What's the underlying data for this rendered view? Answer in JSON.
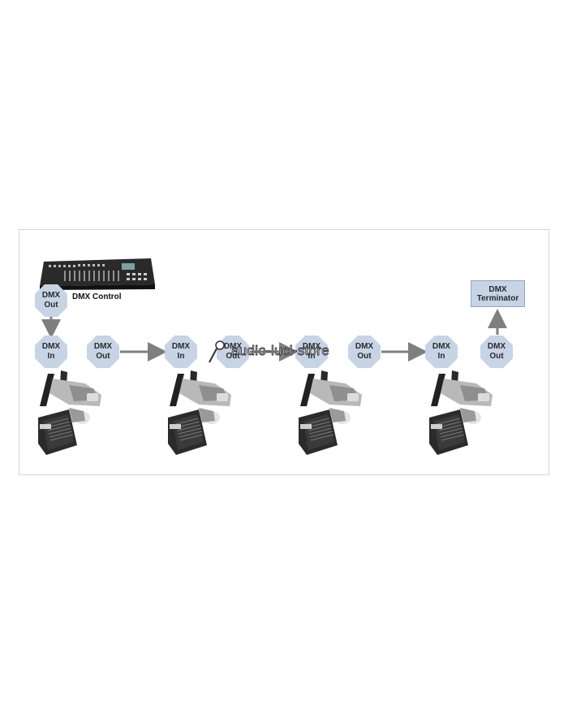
{
  "diagram": {
    "controller_label": "DMX Control",
    "controller_port": {
      "line1": "DMX",
      "line2": "Out"
    },
    "terminator": {
      "line1": "DMX",
      "line2": "Terminator"
    },
    "fixtures": [
      {
        "in_line1": "DMX",
        "in_line2": "In",
        "out_line1": "DMX",
        "out_line2": "Out"
      },
      {
        "in_line1": "DMX",
        "in_line2": "In",
        "out_line1": "DMX",
        "out_line2": "Out"
      },
      {
        "in_line1": "DMX",
        "in_line2": "In",
        "out_line1": "DMX",
        "out_line2": "Out"
      },
      {
        "in_line1": "DMX",
        "in_line2": "In",
        "out_line1": "DMX",
        "out_line2": "Out"
      }
    ],
    "watermark": "audio-luci-store",
    "colors": {
      "node_fill": "#c6d4e6",
      "arrow": "#7f7f7f",
      "fixture_body": "#2b2b2b"
    }
  }
}
